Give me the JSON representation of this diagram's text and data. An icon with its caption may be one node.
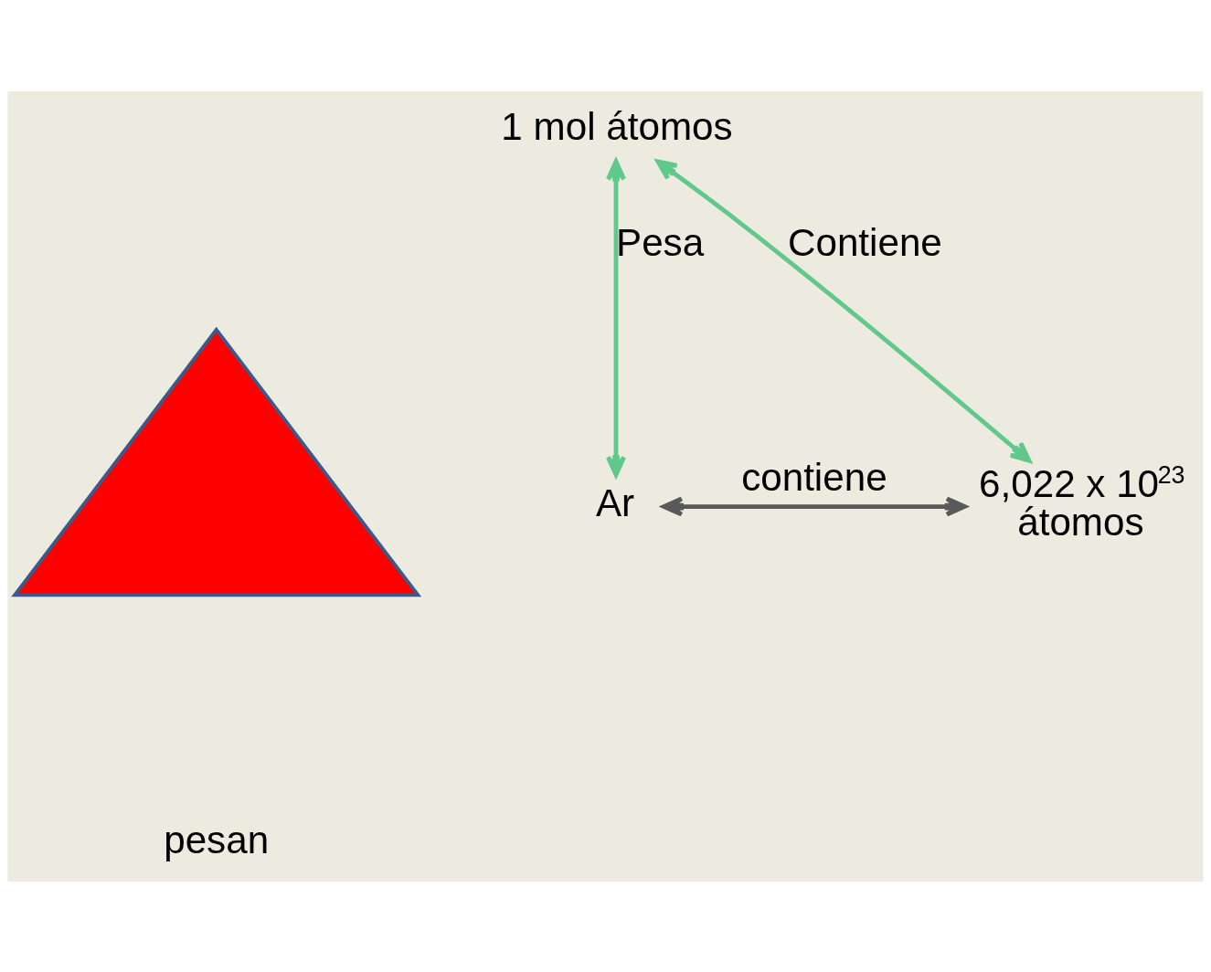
{
  "diagram": {
    "nodes": [
      {
        "text": [
          "1 mol átomos"
        ]
      },
      {
        "text": [
          "Ar"
        ]
      },
      {
        "text": [
          "6,022 x 10$^{23}$ átomos"
        ]
      },
      {
        "text": [],
        "shape": "triangle"
      }
    ],
    "edges": [
      {
        "from": 1,
        "to": 0,
        "arrow": "both",
        "label": "Pesa"
      },
      {
        "from": 0,
        "to": 2,
        "arrow": "both",
        "label": "Contiene"
      },
      {
        "from": 1,
        "to": 2,
        "arrow": "both",
        "label": "contiene",
        "color": "#595959"
      }
    ],
    "labels": [
      "pesan"
    ]
  }
}
